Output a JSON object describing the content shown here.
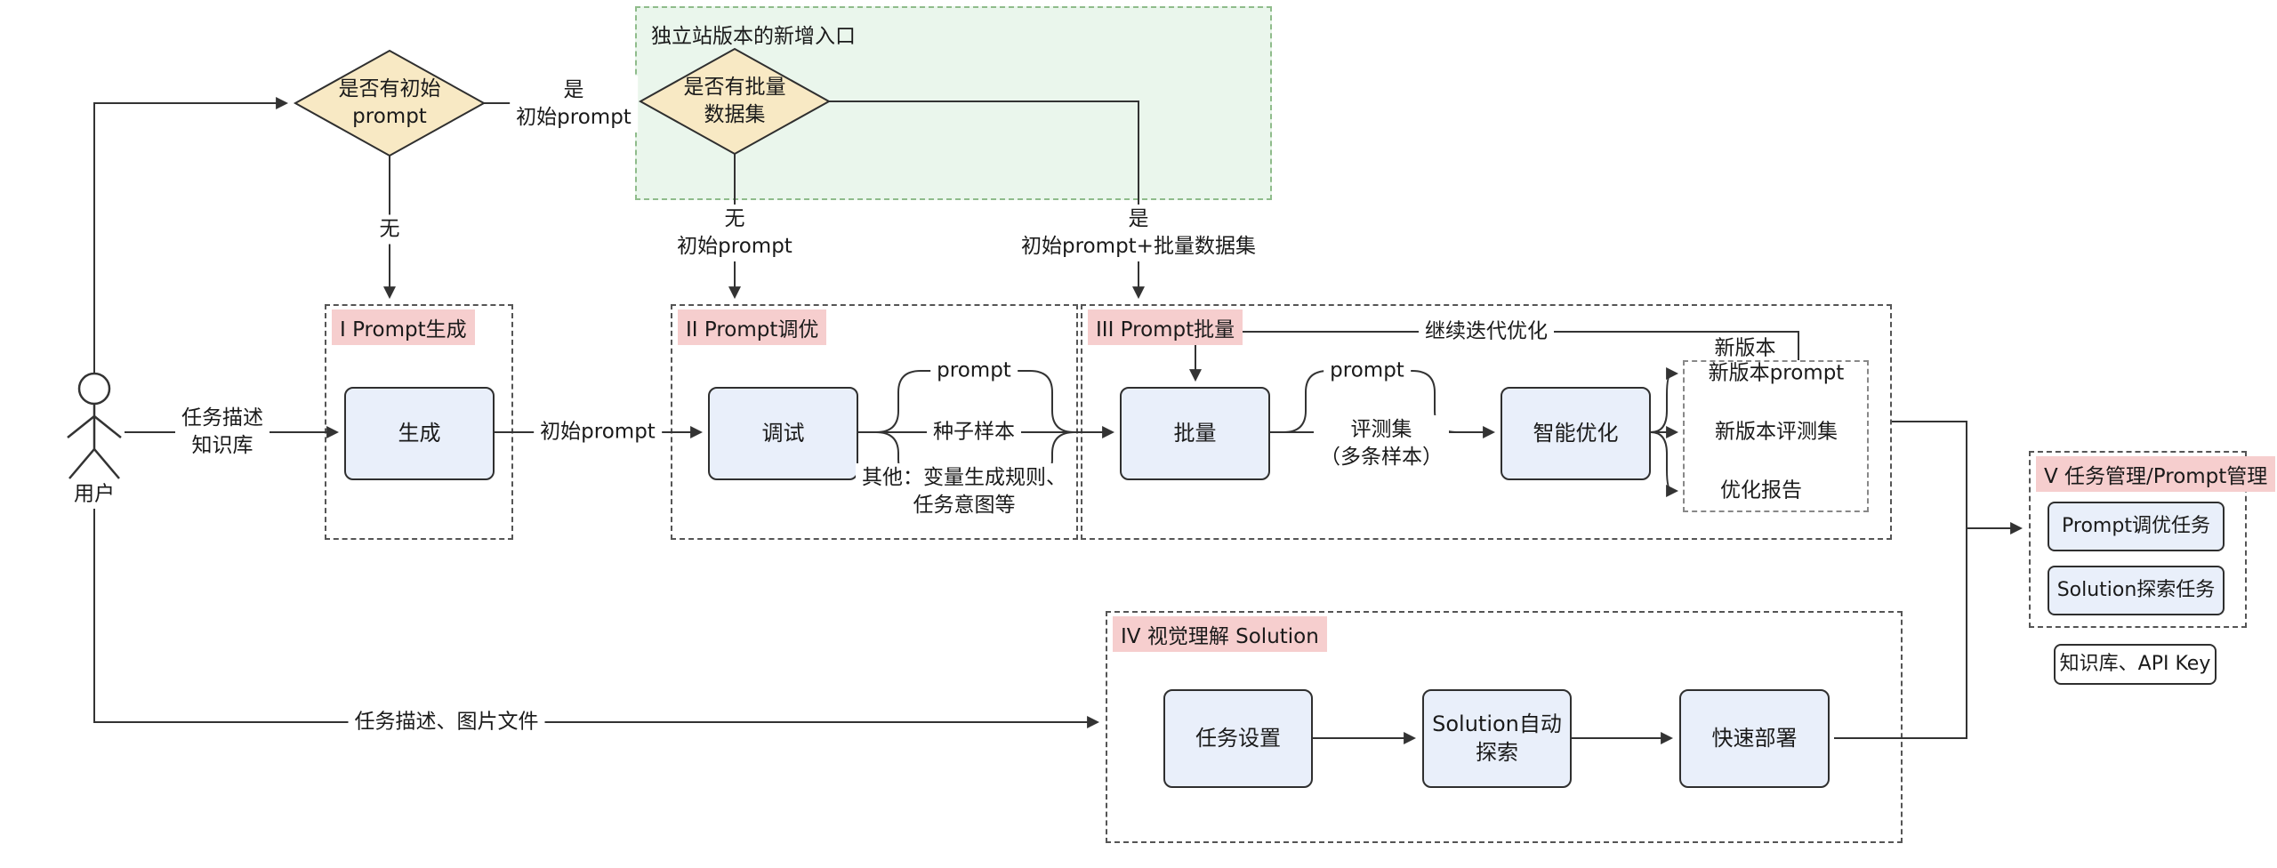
{
  "colors": {
    "line": "#333333",
    "node_fill": "#e9effa",
    "node_border": "#2f2f2f",
    "diamond_fill": "#f8e9c4",
    "title_bg": "#f6cece",
    "green_fill": "#eaf6ec",
    "green_border": "#8fbc8b",
    "container_border": "#555555"
  },
  "user": {
    "label": "用户"
  },
  "green_zone": {
    "label": "独立站版本的新增入口"
  },
  "decisions": {
    "has_initial_prompt": "是否有初始\nprompt",
    "has_batch_dataset": "是否有批量\n数据集"
  },
  "containers": {
    "c1": "I Prompt生成",
    "c2": "II Prompt调优",
    "c3": "III Prompt批量",
    "c4": "IV 视觉理解 Solution",
    "c5": "V 任务管理/Prompt管理"
  },
  "nodes": {
    "generate": "生成",
    "debug": "调试",
    "batch": "批量",
    "optimize": "智能优化",
    "task_setup": "任务设置",
    "solution_explore": "Solution自动\n探索",
    "deploy": "快速部署",
    "prompt_task": "Prompt调优任务",
    "solution_task": "Solution探索任务",
    "kb_api": "知识库、API Key"
  },
  "new_version": {
    "title": "新版本",
    "items": {
      "prompt": "新版本prompt",
      "evalset": "新版本评测集",
      "report": "优化报告"
    }
  },
  "edge_labels": {
    "yes_initial": "是\n初始prompt",
    "no_plain": "无",
    "no_initial": "无\n初始prompt",
    "yes_batch": "是\n初始prompt+批量数据集",
    "task_kb": "任务描述\n知识库",
    "initial_prompt": "初始prompt",
    "prompt_a": "prompt",
    "seed": "种子样本",
    "other": "其他：变量生成规则、\n任务意图等",
    "prompt_b": "prompt",
    "evalset": "评测集\n（多条样本）",
    "loop": "继续迭代优化",
    "task_img": "任务描述、图片文件"
  }
}
